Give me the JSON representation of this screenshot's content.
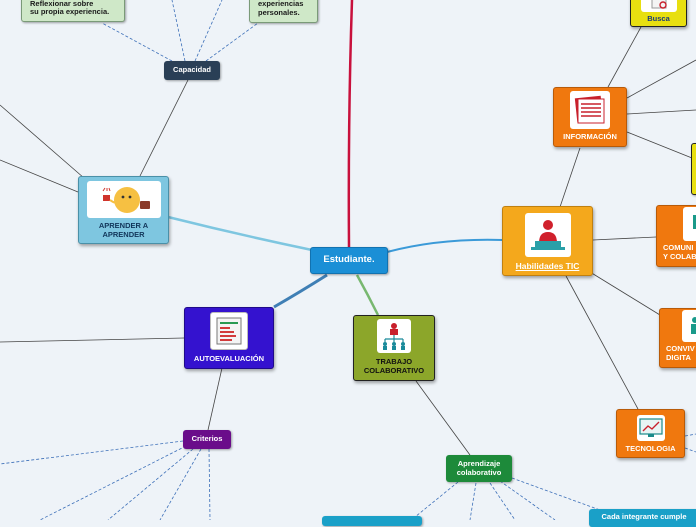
{
  "center": {
    "label": "Estudiante."
  },
  "nodes": {
    "aprender": {
      "label": "APRENDER A\nAPRENDER"
    },
    "capacidad": {
      "label": "Capacidad"
    },
    "reflexionar": {
      "label": "Reflexionar sobre\nsu propia experiencia."
    },
    "experiencias": {
      "label": "experiencias\npersonales."
    },
    "autoevaluacion": {
      "label": "AUTOEVALUACIÓN"
    },
    "criterios": {
      "label": "Criterios"
    },
    "trabajo": {
      "label": "TRABAJO\nCOLABORATIVO"
    },
    "aprendizaje": {
      "label": "Aprendizaje\ncolaborativo"
    },
    "cada": {
      "label": "Cada integrante cumple"
    },
    "habilidades": {
      "label": "Habilidades TIC"
    },
    "informacion": {
      "label": "INFORMACIÓN"
    },
    "busca": {
      "label": "Busca"
    },
    "comunicacion": {
      "label": "COMUNI\nY COLAB"
    },
    "convivencia": {
      "label": "CONVIV\nDIGITA"
    },
    "tecnologia": {
      "label": "TECNOLOGIA"
    }
  },
  "colors": {
    "center": "#1b8fd6",
    "aprender": "#7ec6e0",
    "capacidad": "#2a3f56",
    "note": "#cfe8c8",
    "autoevaluacion": "#3412cf",
    "criterios": "#6a0d8a",
    "trabajo": "#8ca62a",
    "aprendizaje": "#1d8a3a",
    "habilidades": "#f4a81c",
    "orange": "#f0780e",
    "yellow": "#e8df10",
    "cyan": "#1aa0c8"
  },
  "icons": {
    "aprender": "learning-illustration-icon",
    "autoevaluacion": "checklist-icon",
    "trabajo": "team-hierarchy-icon",
    "habilidades": "person-laptop-icon",
    "informacion": "document-stack-icon",
    "tecnologia": "monitor-chart-icon"
  }
}
